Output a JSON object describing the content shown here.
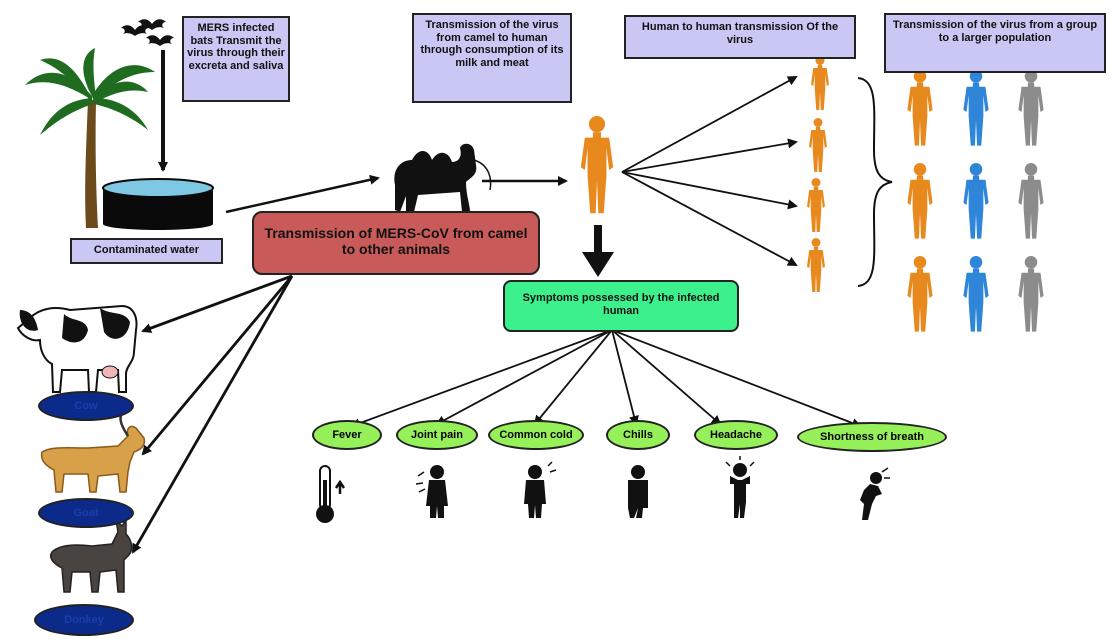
{
  "labels": {
    "bats": "MERS infected bats Transmit the virus through their excreta and saliva",
    "camel_to_human": "Transmission of the virus from camel to human through consumption of its milk and meat",
    "human_to_human": "Human to human transmission Of the virus",
    "group": "Transmission of the virus from a group to a larger population",
    "water": "Contaminated water",
    "camel_animals": "Transmission of MERS-CoV from camel to other animals",
    "symptoms": "Symptoms possessed by the infected human"
  },
  "symptoms": [
    "Fever",
    "Joint pain",
    "Common cold",
    "Chills",
    "Headache",
    "Shortness of breath"
  ],
  "animals": [
    "Cow",
    "Goat",
    "Donkey"
  ],
  "colors": {
    "box_lavender": "#c9c7f4",
    "camel_box": "#c85a5a",
    "symptoms_box": "#3cf08c",
    "pill_green": "#96f05a",
    "oval_navy": "#0b2a8a",
    "human_orange": "#e8891e",
    "human_blue": "#2f86d8",
    "human_grey": "#8c8c8c"
  }
}
